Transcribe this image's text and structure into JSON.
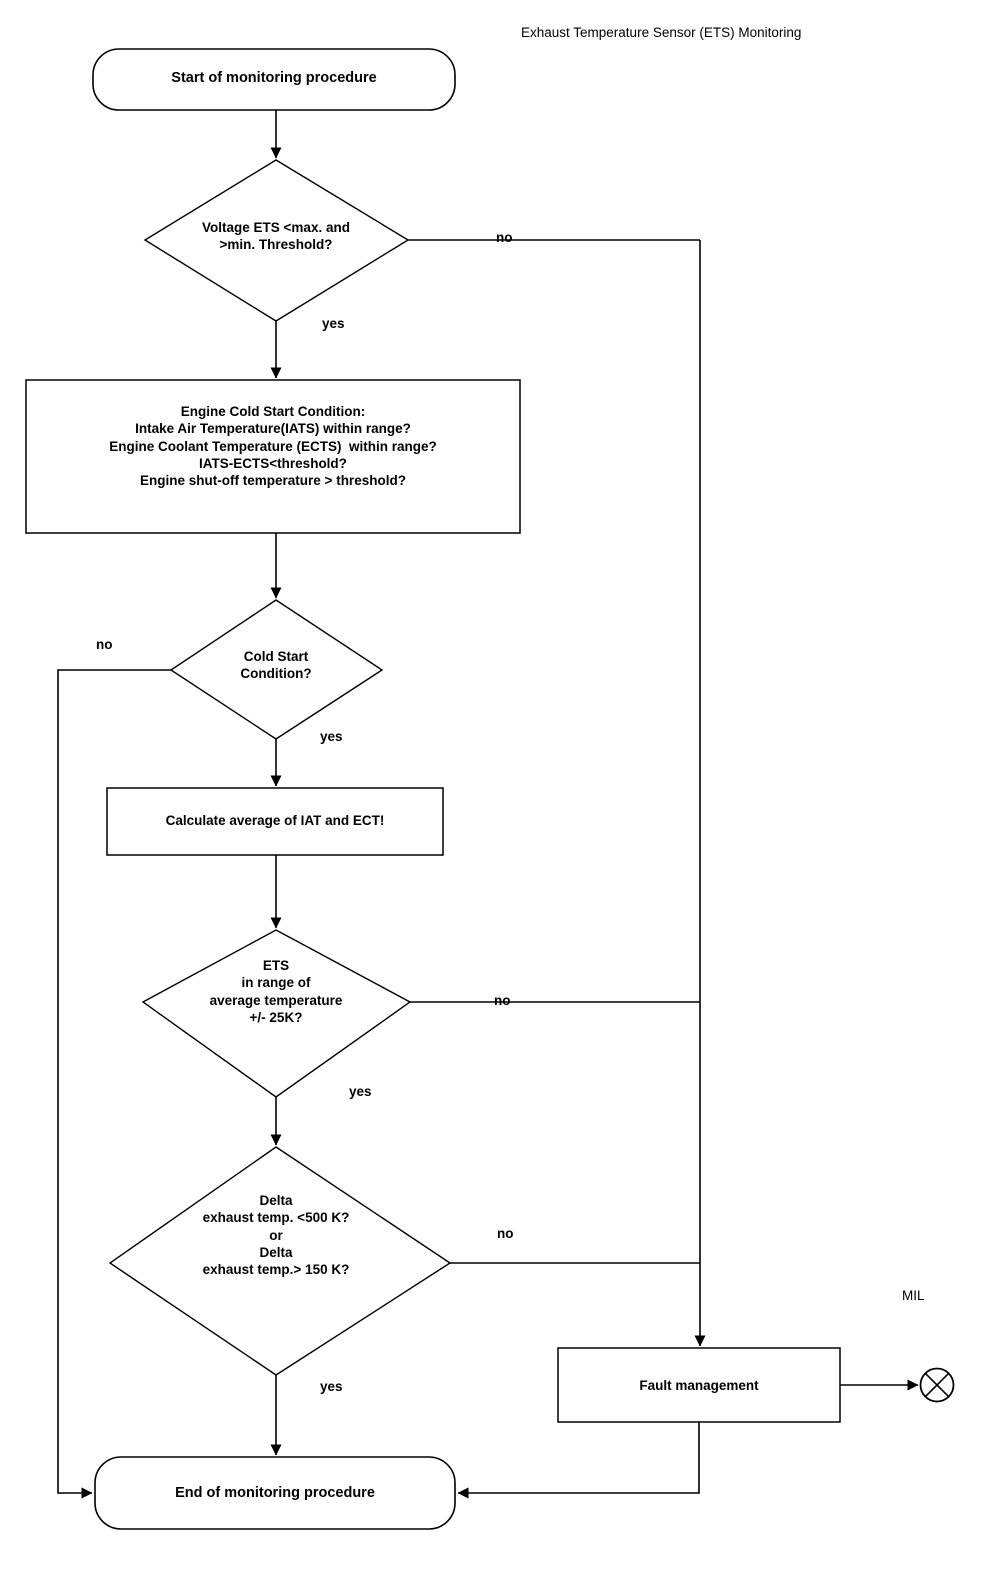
{
  "diagram": {
    "title": "Exhaust Temperature Sensor (ETS) Monitoring",
    "type": "flowchart",
    "colors": {
      "stroke": "#000000",
      "fill": "#ffffff",
      "text": "#000000"
    },
    "nodes": {
      "start": {
        "shape": "rounded-rectangle",
        "label": "Start of monitoring procedure"
      },
      "voltage_check": {
        "shape": "diamond",
        "line1": "Voltage ETS <max. and",
        "line2": ">min. Threshold?"
      },
      "cold_start_box": {
        "shape": "rectangle",
        "line1": "Engine Cold Start Condition:",
        "line2": "Intake Air Temperature(IATS) within range?",
        "line3": "Engine Coolant Temperature (ECTS)  within range?",
        "line4": "IATS-ECTS<threshold?",
        "line5": "Engine shut-off temperature > threshold?"
      },
      "cold_start_decision": {
        "shape": "diamond",
        "line1": "Cold Start",
        "line2": "Condition?"
      },
      "calculate_average": {
        "shape": "rectangle",
        "label": "Calculate average of IAT and ECT!"
      },
      "ets_range": {
        "shape": "diamond",
        "line1": "ETS",
        "line2": "in range of",
        "line3": "average temperature",
        "line4": "+/- 25K?"
      },
      "delta_check": {
        "shape": "diamond",
        "line1": "Delta",
        "line2": "exhaust temp. <500 K?",
        "line3": "or",
        "line4": "Delta",
        "line5": "exhaust temp.> 150 K?"
      },
      "fault_management": {
        "shape": "rectangle",
        "label": "Fault management"
      },
      "end": {
        "shape": "rounded-rectangle",
        "label": "End of monitoring procedure"
      },
      "mil": {
        "shape": "circle-with-x",
        "label": "MIL"
      }
    },
    "edge_labels": {
      "voltage_no": "no",
      "voltage_yes": "yes",
      "cold_start_no": "no",
      "cold_start_yes": "yes",
      "ets_no": "no",
      "ets_yes": "yes",
      "delta_no": "no",
      "delta_yes": "yes"
    }
  }
}
